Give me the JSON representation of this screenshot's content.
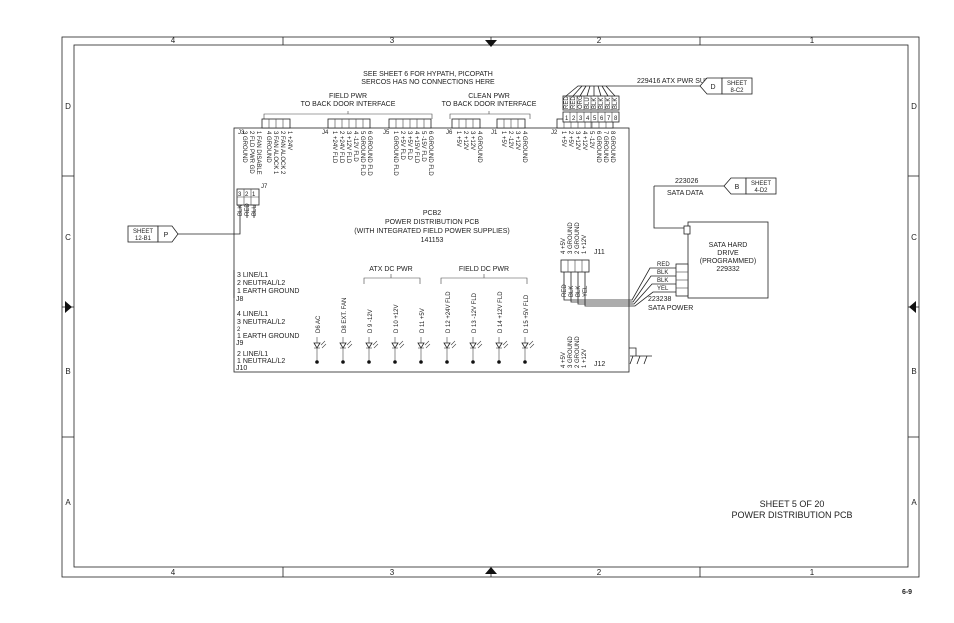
{
  "frame": {
    "col_labels": [
      "4",
      "3",
      "2",
      "1"
    ],
    "row_labels": [
      "D",
      "C",
      "B",
      "A"
    ],
    "page_number": "6-9"
  },
  "notes": {
    "line1": "SEE SHEET 6 FOR HYPATH, PICOPATH",
    "line2": "SERCOS HAS NO CONNECTIONS HERE"
  },
  "interfaces": {
    "field_pwr_1": "FIELD PWR",
    "field_pwr_2": "TO BACK DOOR INTERFACE",
    "clean_pwr_1": "CLEAN PWR",
    "clean_pwr_2": "TO BACK DOOR INTERFACE"
  },
  "pcb": {
    "name": "PCB2",
    "desc1": "POWER DISTRIBUTION PCB",
    "desc2": "(WITH INTEGRATED FIELD POWER SUPPLIES)",
    "part": "141153"
  },
  "connectors": {
    "j3": {
      "label": "J3",
      "pins": [
        "4 GROUND",
        "3 FAN ALOCK 1",
        "2 FAN ALOCK 2",
        "1 +24V"
      ]
    },
    "j3b": {
      "pins": [
        "3 GROUND",
        "2 FLD PWR GD",
        "1 FAN DISABLE"
      ]
    },
    "j4": {
      "label": "J4",
      "pins": [
        "1 +24V FLD",
        "2 +24V FLD",
        "3 +12V FLD",
        "4 -12V FLD",
        "5 GROUND FLD",
        "6 GROUND FLD"
      ]
    },
    "j5": {
      "label": "J5",
      "pins": [
        "1 GROUND FLD",
        "2 +5V FLD",
        "3 +5V FLD",
        "4 +15V FLD",
        "5 -15V FLD",
        "6 GROUND FLD"
      ]
    },
    "j6": {
      "label": "J6",
      "pins": [
        "1 +5V",
        "2 +12V",
        "3 +12V",
        "4 GROUND"
      ]
    },
    "j1": {
      "label": "J1",
      "pins": [
        "1 +5V",
        "2 -12V",
        "3 +12V",
        "4 GROUND"
      ]
    },
    "j2": {
      "label": "J2",
      "pins": [
        "1 +5V",
        "2 +5V",
        "3 +12V",
        "4 +12V",
        "5 -12V",
        "6 GROUND",
        "7 GROUND",
        "8 GROUND"
      ]
    },
    "j7": {
      "label": "J7",
      "wires": [
        "BLK",
        "RED",
        "BLU"
      ],
      "pins": [
        "3",
        "2",
        "1"
      ]
    },
    "j8": {
      "label": "J8",
      "pins": [
        "3 LINE/L1",
        "2 NEUTRAL/L2",
        "1 EARTH GROUND"
      ]
    },
    "j9": {
      "label": "J9",
      "pins": [
        "4 LINE/L1",
        "3 NEUTRAL/L2",
        "2",
        "1 EARTH GROUND"
      ]
    },
    "j10": {
      "label": "J10",
      "pins": [
        "2 LINE/L1",
        "1 NEUTRAL/L2"
      ]
    },
    "j11": {
      "label": "J11",
      "pins": [
        "4 +5V",
        "3 GROUND",
        "2 GROUND",
        "1 +12V"
      ],
      "wires": [
        "RED",
        "BLK",
        "BLK",
        "YEL"
      ]
    },
    "j12": {
      "label": "J12",
      "pins": [
        "4 +5V",
        "3 GROUND",
        "2 GROUND",
        "1 +12V"
      ]
    }
  },
  "atx_wires": [
    "RED",
    "RED",
    "ORG",
    "BLU",
    "BLK",
    "BLK",
    "BLK",
    "BLK"
  ],
  "atx_pins": [
    "1",
    "2",
    "3",
    "4",
    "5",
    "6",
    "7",
    "8"
  ],
  "leds": {
    "atx_title": "ATX DC PWR",
    "field_title": "FIELD DC PWR",
    "items": [
      "D6 AC",
      "D8 EXT. FAN",
      "D 9 -12V",
      "D 10 +12V",
      "D 11 +5V",
      "D 12 +24V FLD",
      "D 13 -12V FLD",
      "D 14 +12V FLD",
      "D 15 +5V FLD"
    ]
  },
  "refs": {
    "sheet_p": {
      "l1": "SHEET",
      "l2": "12-B1",
      "tag": "P"
    },
    "sheet_d": {
      "l1": "SHEET",
      "l2": "8-C2",
      "tag": "D"
    },
    "sheet_b": {
      "l1": "SHEET",
      "l2": "4-D2",
      "tag": "B"
    }
  },
  "cables": {
    "atx_pwr": "229416 ATX PWR SUPPLY",
    "sata_data_num": "223026",
    "sata_data": "SATA DATA",
    "sata_power_num": "223238",
    "sata_power": "SATA POWER"
  },
  "drive": {
    "l1": "SATA HARD",
    "l2": "DRIVE",
    "l3": "(PROGRAMMED)",
    "l4": "229332",
    "wires": [
      "RED",
      "BLK",
      "BLK",
      "YEL"
    ]
  },
  "title_block": {
    "sheet": "SHEET 5 OF 20",
    "title": "POWER DISTRIBUTION PCB"
  }
}
